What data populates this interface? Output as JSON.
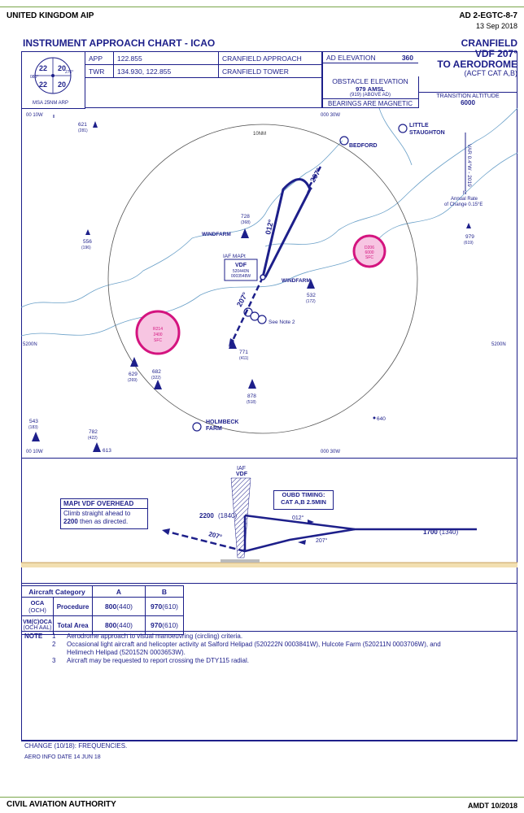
{
  "header": {
    "left": "UNITED KINGDOM AIP",
    "right": "AD 2-EGTC-8-7",
    "date": "13 Sep 2018"
  },
  "title": {
    "chart_title": "INSTRUMENT APPROACH CHART - ICAO",
    "airfield": "CRANFIELD",
    "procedure": "VDF 207°",
    "to": "TO AERODROME",
    "category": "(ACFT CAT A,B)"
  },
  "msa": {
    "caption": "MSA 25NM ARP",
    "sectors": [
      "22",
      "20",
      "22",
      "20"
    ],
    "bearings": [
      "080°",
      "270°"
    ]
  },
  "comms": [
    {
      "service": "APP",
      "freq": "122.855",
      "name": "CRANFIELD APPROACH"
    },
    {
      "service": "TWR",
      "freq": "134.930, 122.855",
      "name": "CRANFIELD TOWER"
    }
  ],
  "ad_elevation": {
    "label": "AD ELEVATION",
    "value": "360"
  },
  "obstacle": {
    "label": "OBSTACLE ELEVATION",
    "value": "979",
    "unit": "AMSL",
    "above": "(919)",
    "above_label": "(ABOVE AD)"
  },
  "bearings_magnetic": "BEARINGS ARE MAGNETIC",
  "transition": {
    "label": "TRANSITION ALTITUDE",
    "value": "6000"
  },
  "plan": {
    "lon_w": "00 10W",
    "lon_e": "000 30W",
    "lat": "5200N",
    "range_ring": "10NM",
    "var": "VAR 0.4°W - 2019",
    "north": "N",
    "annual": "Annual Rate",
    "annual2": "of Change 0.15°E",
    "places": {
      "bedford": "BEDFORD",
      "little": "LITTLE",
      "staughton": "STAUGHTON",
      "holmbeck": "HOLMBECK",
      "farm": "FARM",
      "windfarm1": "WINDFARM",
      "windfarm2": "WINDFARM",
      "see_note": "See Note 2"
    },
    "obstacles": [
      {
        "elev": "621",
        "agl": "(281)"
      },
      {
        "elev": "556",
        "agl": "(196)"
      },
      {
        "elev": "728",
        "agl": "(368)"
      },
      {
        "elev": "532",
        "agl": "(172)"
      },
      {
        "elev": "979",
        "agl": "(619)"
      },
      {
        "elev": "771",
        "agl": "(411)"
      },
      {
        "elev": "629",
        "agl": "(269)"
      },
      {
        "elev": "682",
        "agl": "(322)"
      },
      {
        "elev": "878",
        "agl": "(518)"
      },
      {
        "elev": "543",
        "agl": "(183)"
      },
      {
        "elev": "782",
        "agl": "(422)"
      },
      {
        "elev": "613",
        "agl": ""
      },
      {
        "elev": "640",
        "agl": ""
      }
    ],
    "danger_areas": [
      {
        "id": "D206",
        "upper": "6000",
        "lower": "SFC"
      },
      {
        "id": "R214",
        "upper": "2400",
        "lower": "SFC"
      }
    ],
    "iaf_label": "IAF MAPt",
    "vdf_box": [
      "VDF",
      "520440N",
      "0003548W"
    ],
    "track_out": "207°",
    "track_in": "012°",
    "track_arrival": "207°"
  },
  "profile": {
    "iaf": "IAF",
    "vdf": "VDF",
    "mapt_title": "MAPt VDF OVERHEAD",
    "mapt_text1": "Climb straight ahead to",
    "mapt_bold": "2200",
    "mapt_text2": " then as directed.",
    "timing_title": "OUBD TIMING:",
    "timing_value": "CAT A,B 2.5MIN",
    "alt_left": "2200",
    "alt_left_agl": "(1840)",
    "alt_right": "1700",
    "alt_right_agl": "(1340)",
    "trk_in": "012°",
    "trk_out": "207°",
    "trk_missed": "207°"
  },
  "minima": {
    "header": [
      "Aircraft Category",
      "A",
      "B"
    ],
    "oca": "OCA",
    "och": "(OCH)",
    "procedure": "Procedure",
    "vmc": "VM(C)OCA",
    "vmc2": "(OCH AAL)",
    "total": "Total Area",
    "values": [
      {
        "a": "800",
        "a2": "(440)",
        "b": "970",
        "b2": "(610)"
      },
      {
        "a": "800",
        "a2": "(440)",
        "b": "970",
        "b2": "(610)"
      }
    ]
  },
  "notes": {
    "label": "NOTE",
    "items": [
      {
        "n": "1",
        "text": "Aerodrome approach to visual manoeuvring (circling) criteria."
      },
      {
        "n": "2",
        "text": "Occasional light aircraft and helicopter activity at Salford Helipad (520222N  0003841W), Hulcote Farm (520211N  0003706W), and"
      },
      {
        "n": "",
        "text": "Helimech Helipad (520152N  0003653W)."
      },
      {
        "n": "3",
        "text": "Aircraft may be requested to report crossing the DTY115 radial."
      }
    ]
  },
  "change": "CHANGE (10/18): FREQUENCIES.",
  "aero_info": "AERO INFO DATE 14 JUN 18",
  "footer": {
    "left": "CIVIL AVIATION AUTHORITY",
    "right": "AMDT 10/2018"
  }
}
